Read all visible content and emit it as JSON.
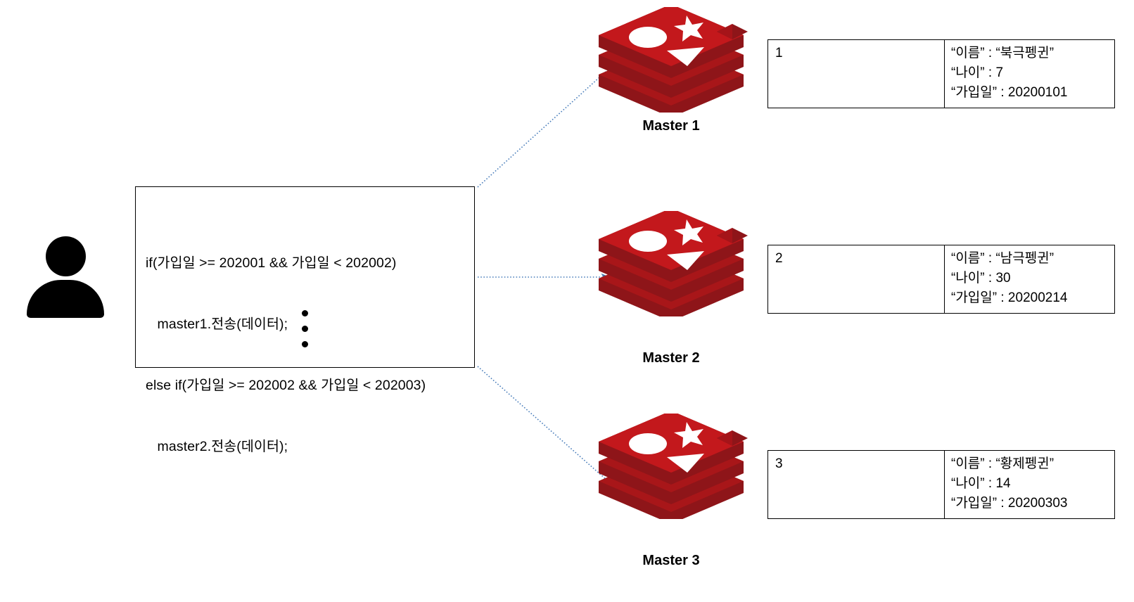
{
  "diagram": {
    "title": "Redis cluster sharding by signup date",
    "client": {
      "icon": "user-icon"
    },
    "code_block": {
      "lines": [
        "if(가입일 >= 202001 && 가입일 < 202002)",
        "   master1.전송(데이터);",
        "else if(가입일 >= 202002 && 가입일 < 202003)",
        "   master2.전송(데이터);"
      ],
      "ellipsis": "vertical-dots"
    },
    "nodes": [
      {
        "label": "Master 1",
        "icon": "redis-logo-icon"
      },
      {
        "label": "Master 2",
        "icon": "redis-logo-icon"
      },
      {
        "label": "Master 3",
        "icon": "redis-logo-icon"
      }
    ],
    "records": [
      {
        "key": "1",
        "fields": "“이름” : “북극펭귄”\n“나이” : 7\n“가입일” : 20200101"
      },
      {
        "key": "2",
        "fields": "“이름” : “남극펭귄”\n“나이” : 30\n“가입일” : 20200214"
      },
      {
        "key": "3",
        "fields": "“이름” : “황제펭귄”\n“나이” : 14\n“가입일” : 20200303"
      }
    ],
    "connectors": [
      {
        "from": "code-block",
        "to": "Master 1",
        "style": "dotted-arrow"
      },
      {
        "from": "code-block",
        "to": "Master 2",
        "style": "dotted-arrow"
      },
      {
        "from": "code-block",
        "to": "Master 3",
        "style": "dotted-arrow"
      }
    ],
    "colors": {
      "redis_light": "#C3181C",
      "redis_dark": "#8E1519",
      "redis_mid": "#A51419",
      "arrow": "#4A7EBB",
      "outline": "#000000",
      "background": "#FFFFFF"
    }
  }
}
